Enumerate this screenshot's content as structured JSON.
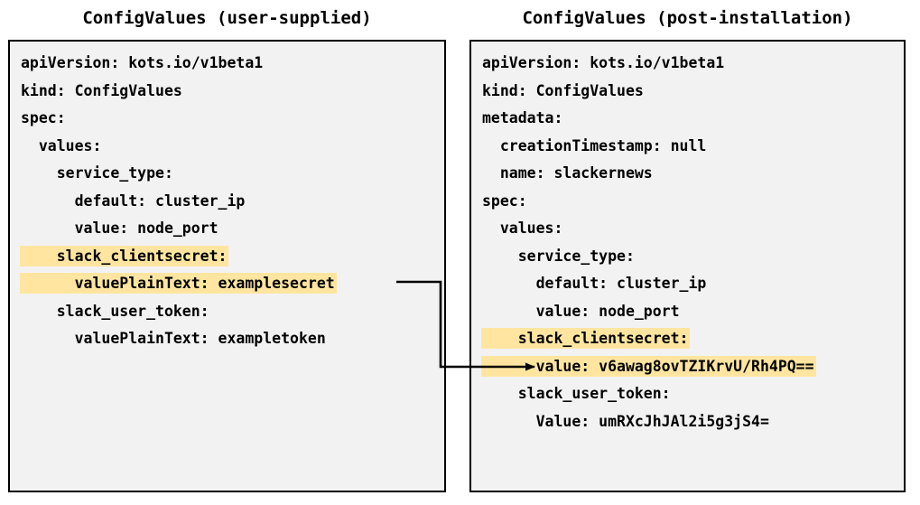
{
  "diagram": {
    "title_left": "ConfigValues (user-supplied)",
    "title_right": "ConfigValues (post-installation)",
    "highlight_color": "#ffe5a0",
    "panel_background": "#f2f2f2",
    "border_color": "#000000",
    "arrow_color": "#000000"
  },
  "left_panel": {
    "title": "ConfigValues (user-supplied)",
    "lines": [
      {
        "text": "apiVersion: kots.io/v1beta1",
        "highlight": false
      },
      {
        "text": "kind: ConfigValues",
        "highlight": false
      },
      {
        "text": "spec:",
        "highlight": false
      },
      {
        "text": "  values:",
        "highlight": false
      },
      {
        "text": "    service_type:",
        "highlight": false
      },
      {
        "text": "      default: cluster_ip",
        "highlight": false
      },
      {
        "text": "      value: node_port",
        "highlight": false
      },
      {
        "text": "    slack_clientsecret:",
        "highlight": true
      },
      {
        "text": "      valuePlainText: examplesecret",
        "highlight": true
      },
      {
        "text": "    slack_user_token:",
        "highlight": false
      },
      {
        "text": "      valuePlainText: exampletoken",
        "highlight": false
      }
    ]
  },
  "right_panel": {
    "title": "ConfigValues (post-installation)",
    "lines": [
      {
        "text": "apiVersion: kots.io/v1beta1",
        "highlight": false
      },
      {
        "text": "kind: ConfigValues",
        "highlight": false
      },
      {
        "text": "metadata:",
        "highlight": false
      },
      {
        "text": "  creationTimestamp: null",
        "highlight": false
      },
      {
        "text": "  name: slackernews",
        "highlight": false
      },
      {
        "text": "spec:",
        "highlight": false
      },
      {
        "text": "  values:",
        "highlight": false
      },
      {
        "text": "    service_type:",
        "highlight": false
      },
      {
        "text": "      default: cluster_ip",
        "highlight": false
      },
      {
        "text": "      value: node_port",
        "highlight": false
      },
      {
        "text": "    slack_clientsecret:",
        "highlight": true
      },
      {
        "text": "      value: v6awag8ovTZIKrvU/Rh4PQ==",
        "highlight": true
      },
      {
        "text": "    slack_user_token:",
        "highlight": false
      },
      {
        "text": "      Value: umRXcJhJAl2i5g3jS4=",
        "highlight": false
      }
    ]
  },
  "connector": {
    "from_label": "valuePlainText: examplesecret",
    "to_label": "value: v6awag8ovTZIKrvU/Rh4PQ=="
  }
}
